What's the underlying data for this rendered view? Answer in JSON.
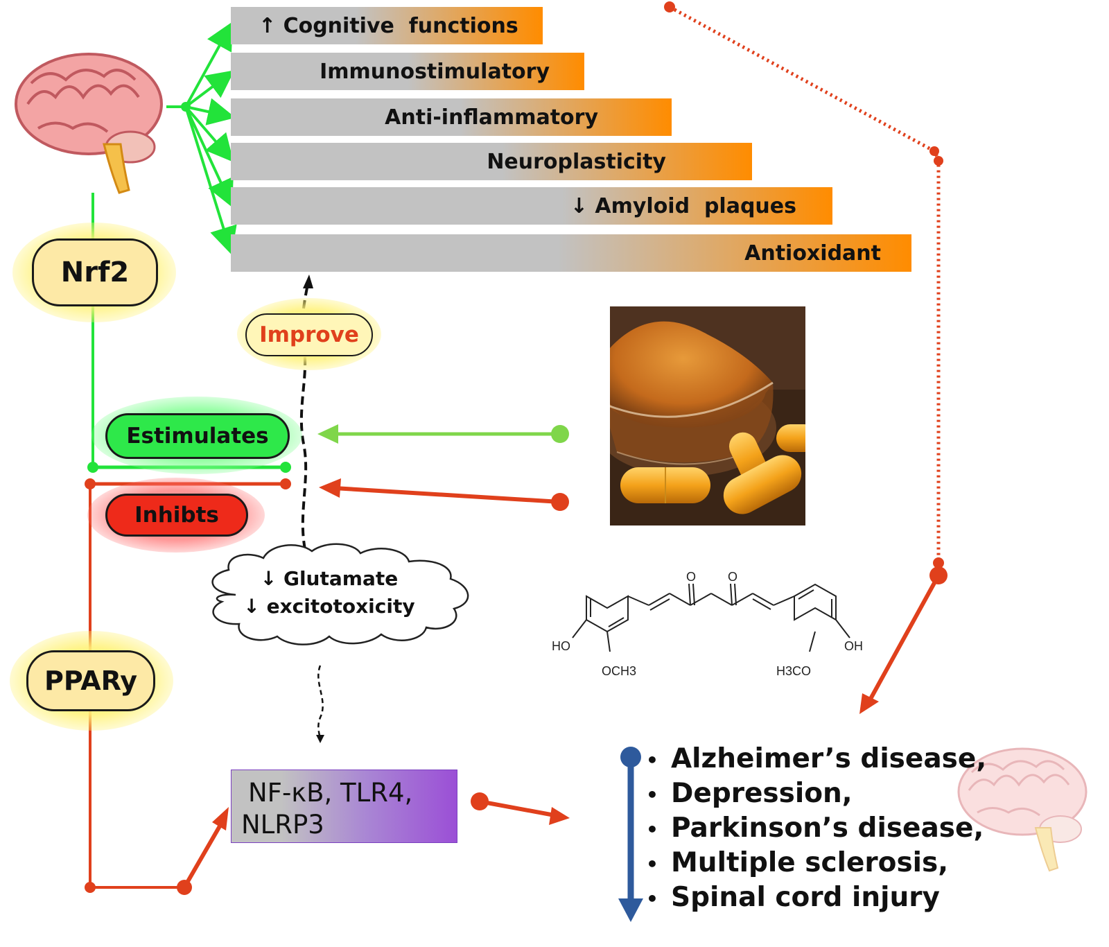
{
  "effects": [
    {
      "label": "↑ Cognitive  functions",
      "color_end": "#ff8c00"
    },
    {
      "label": "Immunostimulatory",
      "color_end": "#ff8c00"
    },
    {
      "label": "Anti-inflammatory",
      "color_end": "#ff8c00"
    },
    {
      "label": "Neuroplasticity",
      "color_end": "#ff8c00"
    },
    {
      "label": "↓ Amyloid  plaques",
      "color_end": "#ff8c00"
    },
    {
      "label": "Antioxidant",
      "color_end": "#ff8c00"
    }
  ],
  "receptors": {
    "nrf2": "Nrf2",
    "ppar": "PPARy"
  },
  "actions": {
    "improve": "Improve",
    "stimulates": "Estimulates",
    "inhibits": "Inhibts"
  },
  "glutamate": {
    "line1": "↓ Glutamate",
    "line2": "↓ excitotoxicity"
  },
  "inflammatory_targets": {
    "line1": "NF-κB, TLR4,",
    "line2": "NLRP3"
  },
  "diseases": [
    "Alzheimer’s disease,",
    "Depression,",
    "Parkinson’s disease,",
    "Multiple sclerosis,",
    "Spinal cord injury"
  ],
  "molecule_labels": {
    "o_left": "O",
    "o_right": "O",
    "ho": "HO",
    "och3": "OCH3",
    "oh": "OH",
    "h3co": "H3CO"
  },
  "colors": {
    "stimulate_green": "#22e33a",
    "inhibit_red": "#e0401c",
    "pathway_dotted": "#e0401c",
    "disease_arrow_blue": "#2e5a9c",
    "effect_gray": "#c2c2c2",
    "effect_orange": "#ff8c00",
    "receptor_fill": "#fde9a6",
    "stimulate_fill": "#2ee84a",
    "inhibit_fill": "#ee2a1a"
  }
}
